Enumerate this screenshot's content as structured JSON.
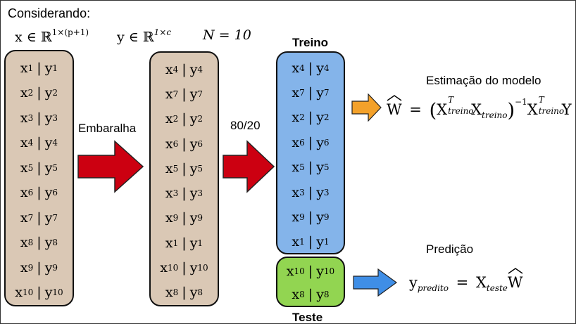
{
  "header": {
    "title": "Considerando:",
    "x_def": "x ∈ ℝ",
    "x_dim": "1×(p+1)",
    "y_def": "y ∈ ℝ",
    "y_dim": "1×c",
    "n_def": "N = 10"
  },
  "steps": {
    "shuffle_label": "Embaralha",
    "split_label": "80/20",
    "train_title": "Treino",
    "test_title": "Teste",
    "estimation_label": "Estimação do modelo",
    "prediction_label": "Predição"
  },
  "columns": {
    "original": [
      {
        "x": "x",
        "xi": "1",
        "y": "y",
        "yi": "1"
      },
      {
        "x": "x",
        "xi": "2",
        "y": "y",
        "yi": "2"
      },
      {
        "x": "x",
        "xi": "3",
        "y": "y",
        "yi": "3"
      },
      {
        "x": "x",
        "xi": "4",
        "y": "y",
        "yi": "4"
      },
      {
        "x": "x",
        "xi": "5",
        "y": "y",
        "yi": "5"
      },
      {
        "x": "x",
        "xi": "6",
        "y": "y",
        "yi": "6"
      },
      {
        "x": "x",
        "xi": "7",
        "y": "y",
        "yi": "7"
      },
      {
        "x": "x",
        "xi": "8",
        "y": "y",
        "yi": "8"
      },
      {
        "x": "x",
        "xi": "9",
        "y": "y",
        "yi": "9"
      },
      {
        "x": "x",
        "xi": "10",
        "y": "y",
        "yi": "10"
      }
    ],
    "shuffled": [
      {
        "x": "x",
        "xi": "4",
        "y": "y",
        "yi": "4"
      },
      {
        "x": "x",
        "xi": "7",
        "y": "y",
        "yi": "7"
      },
      {
        "x": "x",
        "xi": "2",
        "y": "y",
        "yi": "2"
      },
      {
        "x": "x",
        "xi": "6",
        "y": "y",
        "yi": "6"
      },
      {
        "x": "x",
        "xi": "5",
        "y": "y",
        "yi": "5"
      },
      {
        "x": "x",
        "xi": "3",
        "y": "y",
        "yi": "3"
      },
      {
        "x": "x",
        "xi": "9",
        "y": "y",
        "yi": "9"
      },
      {
        "x": "x",
        "xi": "1",
        "y": "y",
        "yi": "1"
      },
      {
        "x": "x",
        "xi": "10",
        "y": "y",
        "yi": "10"
      },
      {
        "x": "x",
        "xi": "8",
        "y": "y",
        "yi": "8"
      }
    ],
    "train": [
      {
        "x": "x",
        "xi": "4",
        "y": "y",
        "yi": "4"
      },
      {
        "x": "x",
        "xi": "7",
        "y": "y",
        "yi": "7"
      },
      {
        "x": "x",
        "xi": "2",
        "y": "y",
        "yi": "2"
      },
      {
        "x": "x",
        "xi": "6",
        "y": "y",
        "yi": "6"
      },
      {
        "x": "x",
        "xi": "5",
        "y": "y",
        "yi": "5"
      },
      {
        "x": "x",
        "xi": "3",
        "y": "y",
        "yi": "3"
      },
      {
        "x": "x",
        "xi": "9",
        "y": "y",
        "yi": "9"
      },
      {
        "x": "x",
        "xi": "1",
        "y": "y",
        "yi": "1"
      }
    ],
    "test": [
      {
        "x": "x",
        "xi": "10",
        "y": "y",
        "yi": "10"
      },
      {
        "x": "x",
        "xi": "8",
        "y": "y",
        "yi": "8"
      }
    ]
  },
  "equations": {
    "estimation": {
      "lhs": "W",
      "eq": "=",
      "X": "X",
      "sub_train": "treino",
      "sup_T": "T",
      "sup_inv": "−1",
      "Y": "Y"
    },
    "prediction": {
      "y": "y",
      "sub_pred": "predito",
      "eq": "=",
      "X": "X",
      "sub_test": "teste",
      "W": "W"
    }
  },
  "colors": {
    "column_fill": "#dac8b5",
    "train_fill": "#84b4ea",
    "test_fill": "#92d551",
    "arrow_red": "#cc0011",
    "arrow_orange": "#f3a12a",
    "arrow_blue": "#3f8ee6"
  },
  "icons": {
    "shuffle_arrow": "arrow-right-icon",
    "split_arrow": "arrow-right-icon",
    "estimation_arrow": "arrow-right-icon",
    "prediction_arrow": "arrow-right-icon"
  }
}
